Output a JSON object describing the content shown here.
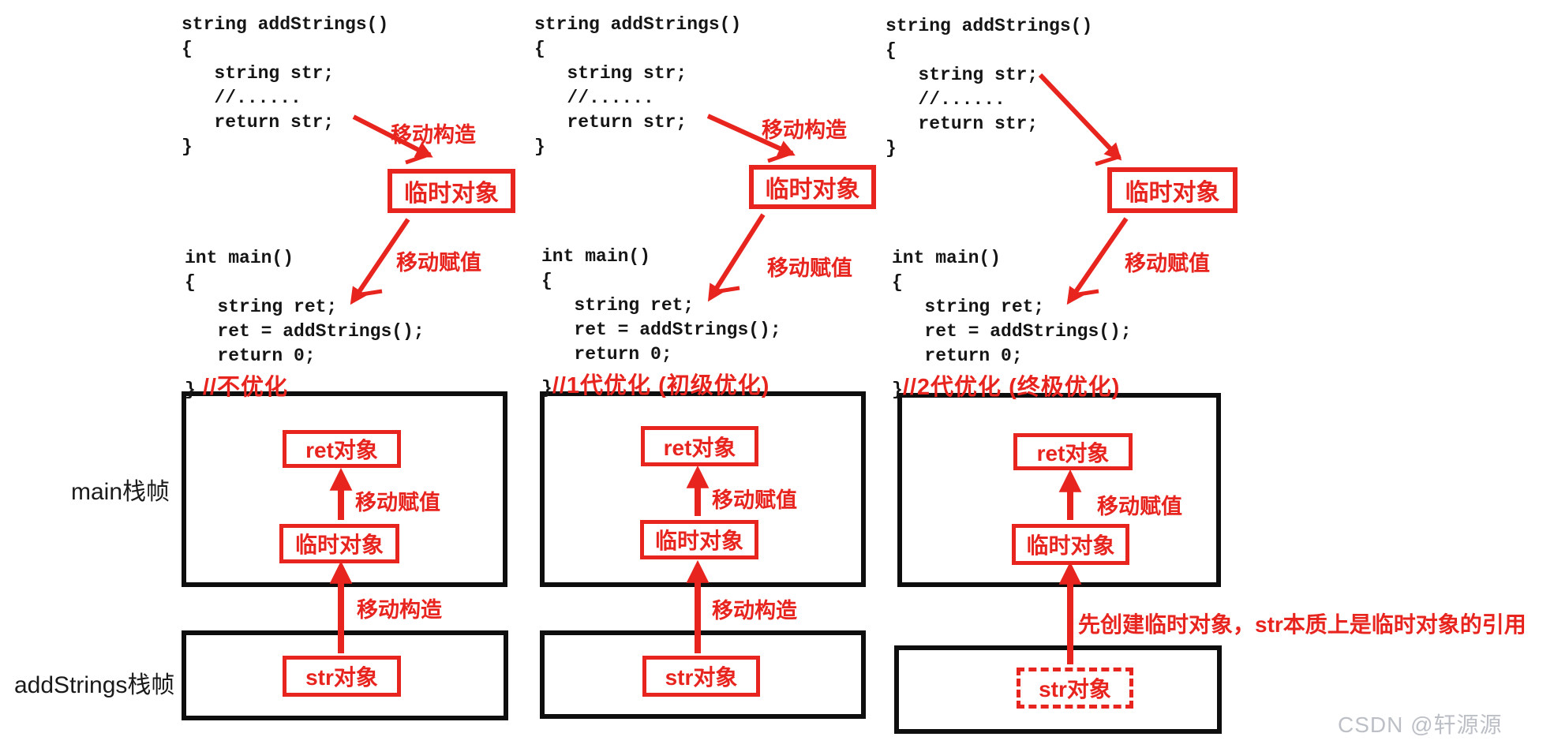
{
  "colors": {
    "accent_red": "#e8241f",
    "ink_black": "#151515",
    "watermark_gray": "#bcc0c6"
  },
  "frame_labels": {
    "main_frame": "main栈帧",
    "addstrings_frame": "addStrings栈帧"
  },
  "watermark": "CSDN @轩源源",
  "columns": [
    {
      "addstrings_code": "string addStrings()\n{\n   string str;\n   //......\n   return str;\n}",
      "main_code": "int main()\n{\n   string ret;\n   ret = addStrings();\n   return 0;",
      "closing_brace": "}",
      "comment": " //不优化",
      "move_construct_top": "移动构造",
      "move_assign_top": "移动赋值",
      "temp_object": "临时对象",
      "ret_object": "ret对象",
      "frame_move_assign": "移动赋值",
      "frame_move_construct": "移动构造",
      "str_object": "str对象"
    },
    {
      "addstrings_code": "string addStrings()\n{\n   string str;\n   //......\n   return str;\n}",
      "main_code": "int main()\n{\n   string ret;\n   ret = addStrings();\n   return 0;",
      "closing_brace": "}",
      "comment": "//1代优化 (初级优化)",
      "move_construct_top": "移动构造",
      "move_assign_top": "移动赋值",
      "temp_object": "临时对象",
      "ret_object": "ret对象",
      "frame_move_assign": "移动赋值",
      "frame_move_construct": "移动构造",
      "str_object": "str对象"
    },
    {
      "addstrings_code": "string addStrings()\n{\n   string str;\n   //......\n   return str;\n}",
      "main_code": "int main()\n{\n   string ret;\n   ret = addStrings();\n   return 0;",
      "closing_brace": "}",
      "comment": "//2代优化 (终极优化)",
      "move_assign_top": "移动赋值",
      "temp_object": "临时对象",
      "ret_object": "ret对象",
      "frame_move_assign": "移动赋值",
      "frame_annotation": "先创建临时对象，str本质上是临时对象的引用",
      "str_object": "str对象"
    }
  ]
}
